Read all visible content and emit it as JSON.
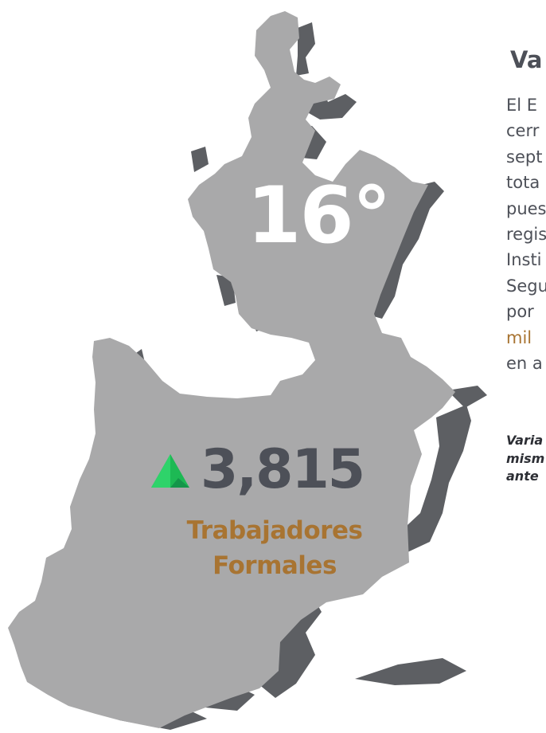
{
  "map": {
    "rank": "16°",
    "indicator": {
      "value": "3,815",
      "unit_line1": "Trabajadores",
      "unit_line2": "Formales",
      "trend_icon": "triangle-up-icon",
      "trend_color": "#1db954"
    },
    "colors": {
      "state_fill": "#a9a9aa",
      "state_shadow": "#5d5f63",
      "value_text": "#4d5058",
      "accent": "#a87432"
    }
  },
  "text_panel": {
    "title": "Va",
    "paragraph_lines": [
      "El E",
      "cerr",
      "sept",
      "tota",
      "pues",
      "regis",
      "Insti",
      "Segu",
      "por",
      "mil",
      "en a"
    ],
    "note_lines": [
      "Varia",
      "mism",
      "ante"
    ]
  }
}
